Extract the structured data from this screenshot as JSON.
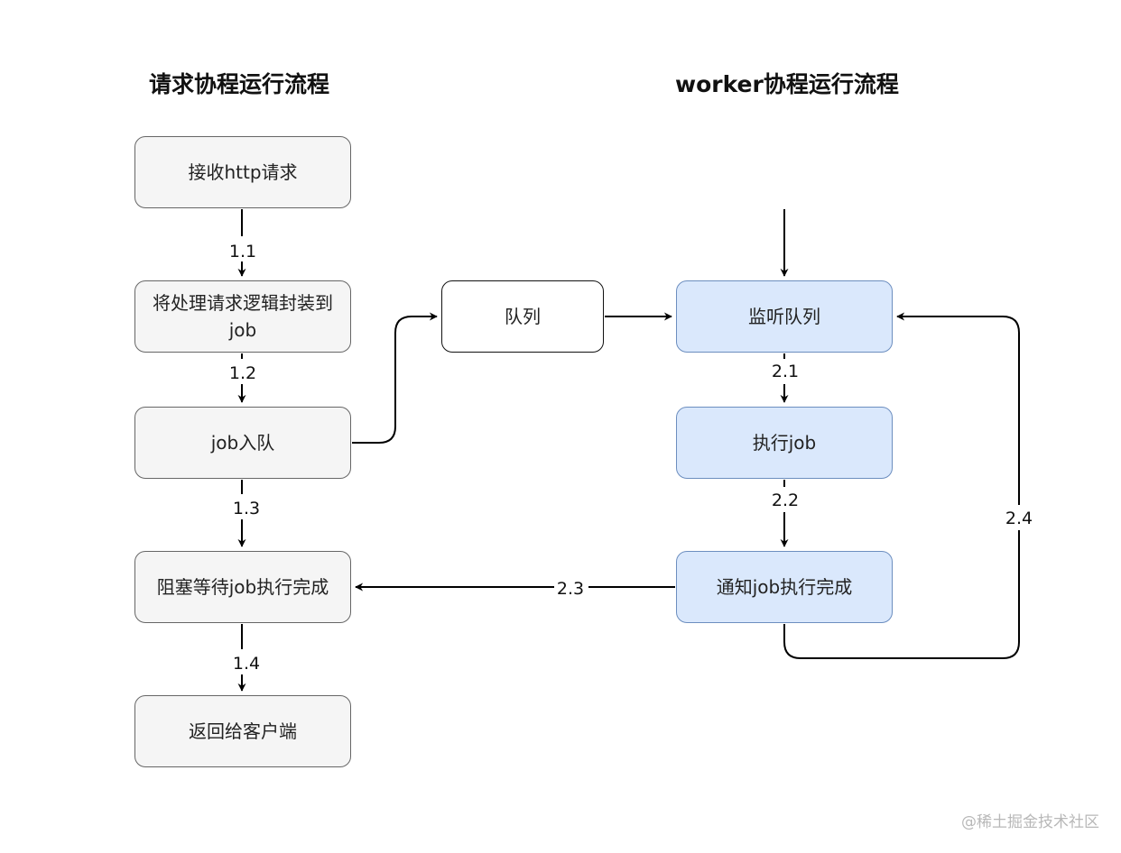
{
  "titles": {
    "request_flow": "请求协程运行流程",
    "worker_flow": "worker协程运行流程"
  },
  "nodes": {
    "receive_http": "接收http请求",
    "wrap_job": "将处理请求逻辑封装到job",
    "job_enqueue": "job入队",
    "block_wait": "阻塞等待job执行完成",
    "return_client": "返回给客户端",
    "queue": "队列",
    "listen_queue": "监听队列",
    "execute_job": "执行job",
    "notify_done": "通知job执行完成"
  },
  "edge_labels": {
    "e1_1": "1.1",
    "e1_2": "1.2",
    "e1_3": "1.3",
    "e1_4": "1.4",
    "e2_1": "2.1",
    "e2_2": "2.2",
    "e2_3": "2.3",
    "e2_4": "2.4"
  },
  "watermark": "@稀土掘金技术社区",
  "colors": {
    "gray_fill": "#f5f5f5",
    "gray_stroke": "#666666",
    "blue_fill": "#dae8fc",
    "blue_stroke": "#6c8ebf",
    "edge": "#000000"
  }
}
